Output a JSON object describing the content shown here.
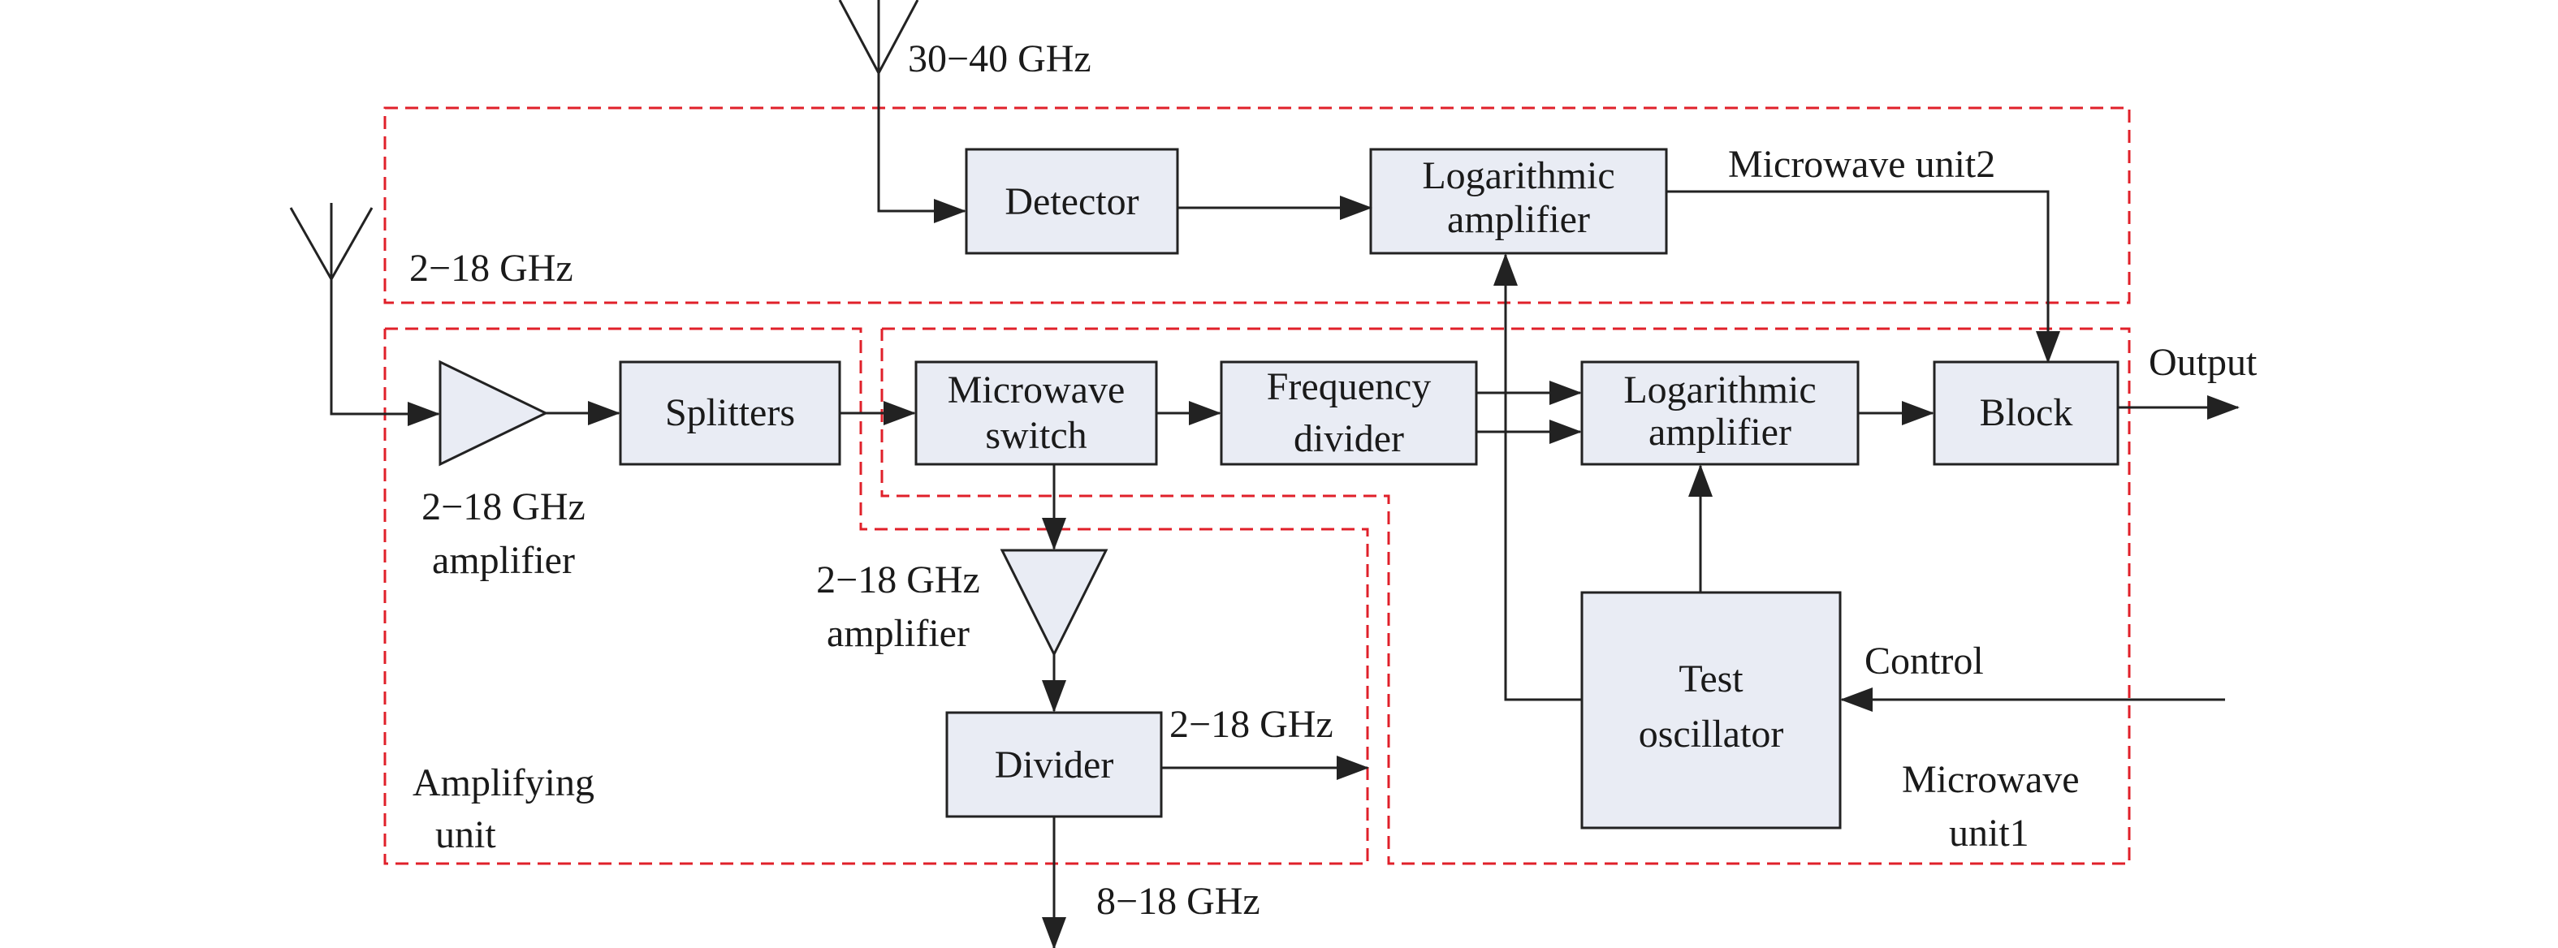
{
  "diagram": {
    "region_labels": {
      "band_2_18": "2−18 GHz",
      "microwave_unit2": "Microwave unit2",
      "amplifying_unit_line1": "Amplifying",
      "amplifying_unit_line2": "unit",
      "microwave_unit1_line1": "Microwave",
      "microwave_unit1_line2": "unit1"
    },
    "antenna_top_label": "30−40 GHz",
    "blocks": {
      "detector": "Detector",
      "log_amp_top_line1": "Logarithmic",
      "log_amp_top_line2": "amplifier",
      "splitters": "Splitters",
      "microwave_switch_line1": "Microwave",
      "microwave_switch_line2": "switch",
      "frequency_divider_line1": "Frequency",
      "frequency_divider_line2": "divider",
      "log_amp_mid_line1": "Logarithmic",
      "log_amp_mid_line2": "amplifier",
      "block": "Block",
      "divider": "Divider",
      "test_oscillator_line1": "Test",
      "test_oscillator_line2": "oscillator"
    },
    "amplifier_labels": {
      "amp1_line1": "2−18 GHz",
      "amp1_line2": "amplifier",
      "amp2_line1": "2−18 GHz",
      "amp2_line2": "amplifier"
    },
    "signal_labels": {
      "output": "Output",
      "control": "Control",
      "divider_out_2_18": "2−18 GHz",
      "divider_out_8_18": "8−18 GHz"
    }
  }
}
